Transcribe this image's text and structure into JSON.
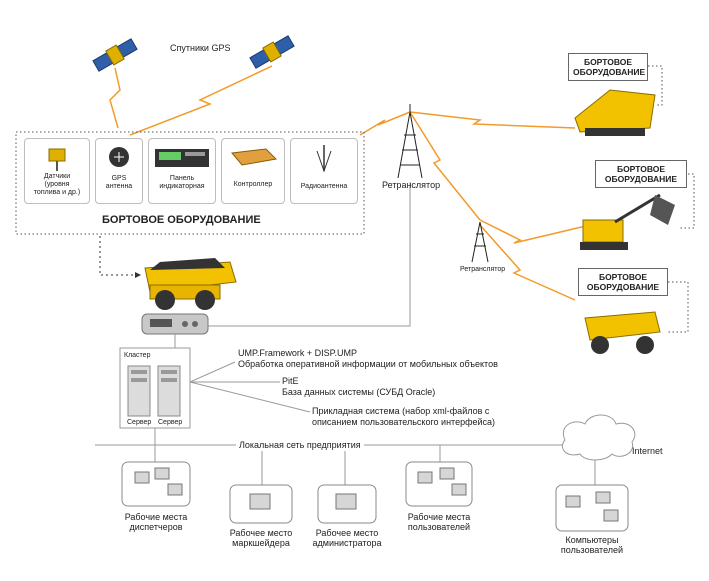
{
  "satellites_label": "Спутники GPS",
  "onboard": {
    "title": "БОРТОВОЕ ОБОРУДОВАНИЕ",
    "items": [
      {
        "label": "Датчики (уровня топлива и др.)",
        "label_lines": [
          "Датчики",
          "(уровня",
          "топлива и др.)"
        ],
        "icon": "sensor-icon"
      },
      {
        "label": "GPS антенна",
        "label_lines": [
          "GPS",
          "антенна"
        ],
        "icon": "gps-antenna-icon"
      },
      {
        "label": "Панель индикаторная",
        "label_lines": [
          "Панель",
          "индикаторная"
        ],
        "icon": "indicator-panel-icon"
      },
      {
        "label": "Контроллер",
        "label_lines": [
          "Контроллер"
        ],
        "icon": "controller-icon"
      },
      {
        "label": "Радиоантенна",
        "label_lines": [
          "Радиоантенна"
        ],
        "icon": "radio-antenna-icon"
      }
    ]
  },
  "repeaters": [
    "Ретранслятор",
    "Ретранслятор"
  ],
  "remote_onboard": [
    {
      "label_lines": [
        "БОРТОВОЕ",
        "ОБОРУДОВАНИЕ"
      ],
      "vehicle": "locomotive-icon"
    },
    {
      "label_lines": [
        "БОРТОВОЕ",
        "ОБОРУДОВАНИЕ"
      ],
      "vehicle": "excavator-icon"
    },
    {
      "label_lines": [
        "БОРТОВОЕ",
        "ОБОРУДОВАНИЕ"
      ],
      "vehicle": "dump-truck-icon"
    }
  ],
  "cluster": {
    "label": "Кластер",
    "servers": [
      "Сервер",
      "Сервер"
    ]
  },
  "software": [
    {
      "title": "UMP.Framework + DISP.UMP",
      "desc": "Обработка оперативной информации от мобильных объектов"
    },
    {
      "title": "PitE",
      "desc": "База данных системы (СУБД Oracle)"
    },
    {
      "title": "Прикладная система (набор xml-файлов с",
      "desc": "описанием пользовательского интерфейса)"
    }
  ],
  "network_label": "Локальная сеть предприятия",
  "internet_label": "Internet",
  "workstations": [
    {
      "label_lines": [
        "Рабочие места",
        "диспетчеров"
      ]
    },
    {
      "label_lines": [
        "Рабочее место",
        "маркшейдера"
      ]
    },
    {
      "label_lines": [
        "Рабочее место",
        "администратора"
      ]
    },
    {
      "label_lines": [
        "Рабочие места",
        "пользователей"
      ]
    },
    {
      "label_lines": [
        "Компьютеры",
        "пользователей"
      ]
    }
  ],
  "colors": {
    "radio_link": "#f39a2a",
    "vehicle_yellow": "#f2c200",
    "line_gray": "#9a9a9a",
    "dash": "#555555"
  }
}
